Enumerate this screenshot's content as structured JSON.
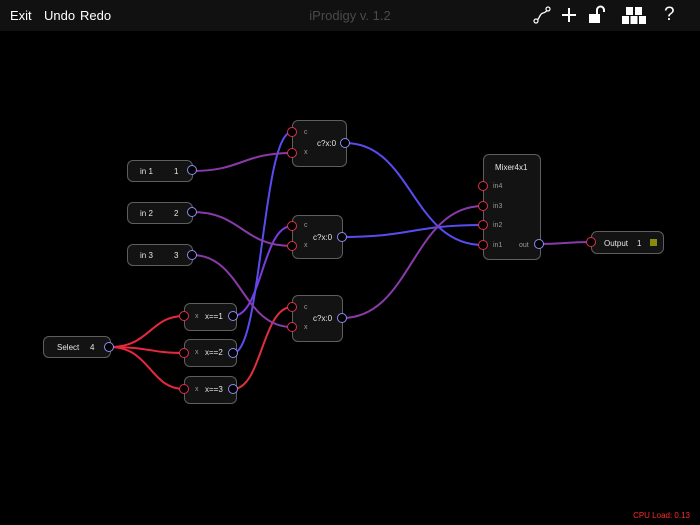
{
  "toolbar": {
    "exit_label": "Exit",
    "undo_label": "Undo",
    "redo_label": "Redo",
    "title": "iProdigy v. 1.2",
    "icons": [
      "connect-icon",
      "add-icon",
      "unlock-icon",
      "modules-icon",
      "help-icon"
    ],
    "help_glyph": "?"
  },
  "nodes": {
    "in1": {
      "name": "in 1",
      "value": "1"
    },
    "in2": {
      "name": "in 2",
      "value": "2"
    },
    "in3": {
      "name": "in 3",
      "value": "3"
    },
    "select": {
      "name": "Select",
      "value": "4"
    },
    "eq1": {
      "in_port": "x",
      "expr": "x==1"
    },
    "eq2": {
      "in_port": "x",
      "expr": "x==2"
    },
    "eq3": {
      "in_port": "x",
      "expr": "x==3"
    },
    "cond1": {
      "port_c": "c",
      "port_x": "x",
      "expr": "c?x:0"
    },
    "cond2": {
      "port_c": "c",
      "port_x": "x",
      "expr": "c?x:0"
    },
    "cond3": {
      "port_c": "c",
      "port_x": "x",
      "expr": "c?x:0"
    },
    "mixer": {
      "title": "Mixer4x1",
      "inputs": [
        "in4",
        "in3",
        "in2",
        "in1"
      ],
      "output": "out"
    },
    "output": {
      "name": "Output",
      "value": "1"
    }
  },
  "colors": {
    "background": "#000000",
    "wire_red": "#e8283c",
    "wire_blue": "#5a4cf0",
    "wire_purple": "#8a3aa8",
    "cpu_text": "#ff2a2a",
    "output_indicator": "#8a8a10"
  },
  "status": {
    "cpu_label": "CPU Load: 0.13"
  }
}
